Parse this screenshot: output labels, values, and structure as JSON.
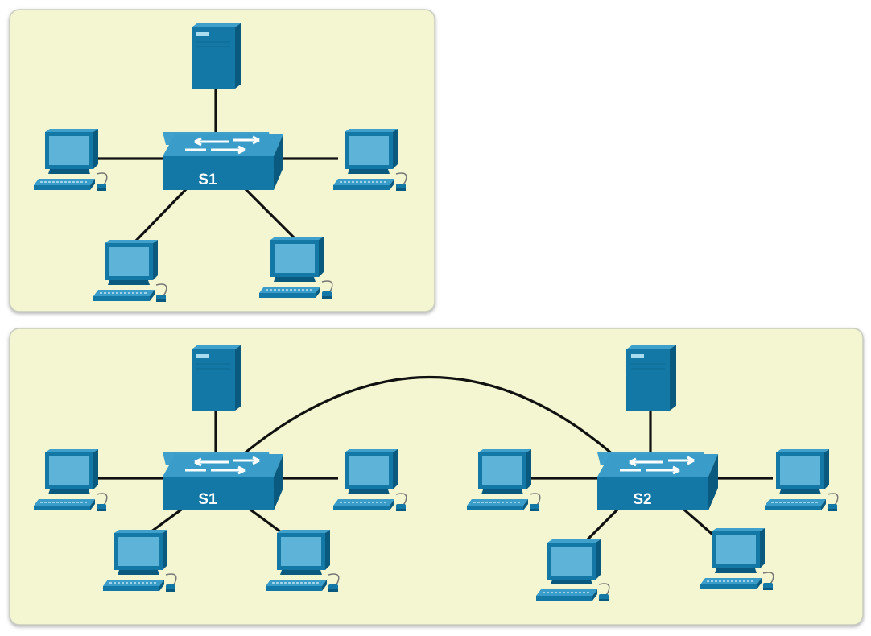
{
  "diagram": {
    "panels": [
      {
        "id": "single-switch-network",
        "switches": [
          {
            "label": "S1",
            "servers": 1,
            "pcs": 4
          }
        ]
      },
      {
        "id": "two-switch-network",
        "switches": [
          {
            "label": "S1",
            "servers": 1,
            "pcs": 4
          },
          {
            "label": "S2",
            "servers": 1,
            "pcs": 4
          }
        ],
        "links": [
          {
            "from": "S1",
            "to": "S2"
          }
        ]
      }
    ]
  },
  "colors": {
    "panel_fill": "#f3f6d0",
    "panel_border": "#c9ccc0",
    "device_front": "#1478a6",
    "device_side": "#0a5a80",
    "device_top": "#3fa0cc",
    "screen": "#5db3d8",
    "cable": "#111111"
  }
}
